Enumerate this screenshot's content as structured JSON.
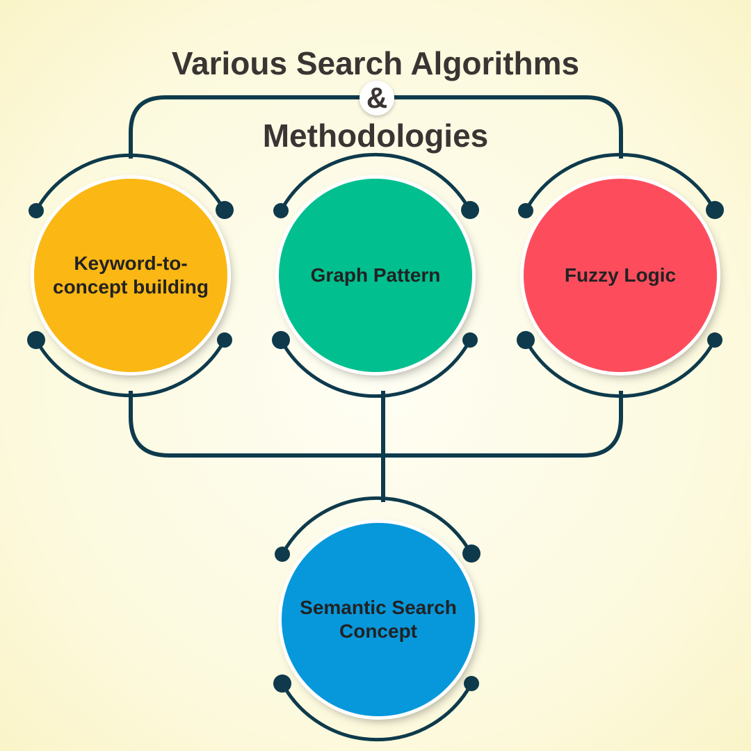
{
  "title": {
    "line1": "Various Search Algorithms",
    "connector": "&",
    "line2": "Methodologies"
  },
  "nodes": [
    {
      "id": "keyword",
      "label": "Keyword-to-concept building",
      "color": "#fbb713"
    },
    {
      "id": "graph",
      "label": "Graph Pattern",
      "color": "#01bf8f"
    },
    {
      "id": "fuzzy",
      "label": "Fuzzy Logic",
      "color": "#fd4d5d"
    },
    {
      "id": "semantic",
      "label": "Semantic Search Concept",
      "color": "#0798dc"
    }
  ],
  "colors": {
    "line": "#0e3a4c",
    "title_text": "#3a3533",
    "background": "#fcf9dc"
  }
}
